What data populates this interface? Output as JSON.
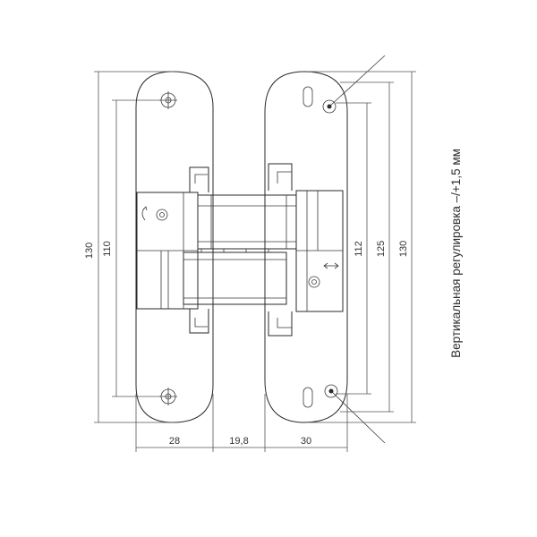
{
  "dimensions": {
    "left_total_height": "130",
    "left_inner_height": "110",
    "right_inner_height": "112",
    "right_mid_height": "125",
    "right_total_height": "130",
    "left_plate_width": "28",
    "gap_width": "19,8",
    "right_plate_width": "30"
  },
  "annotation": {
    "vertical_adjustment": "Вертикальная регулировка –/+1,5 мм"
  },
  "colors": {
    "line": "#2a2a2a",
    "background": "#ffffff"
  }
}
